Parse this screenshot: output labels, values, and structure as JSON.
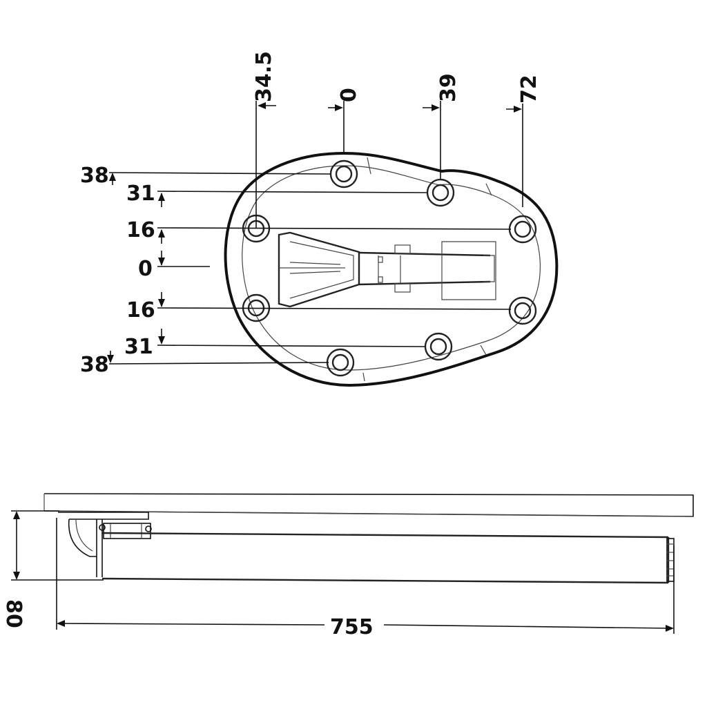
{
  "top_view": {
    "x_labels": [
      "34.5",
      "0",
      "39",
      "72"
    ],
    "y_labels": [
      "38",
      "31",
      "16",
      "0",
      "16",
      "31",
      "38"
    ]
  },
  "side_view": {
    "length_label": "755",
    "height_label": "80"
  }
}
